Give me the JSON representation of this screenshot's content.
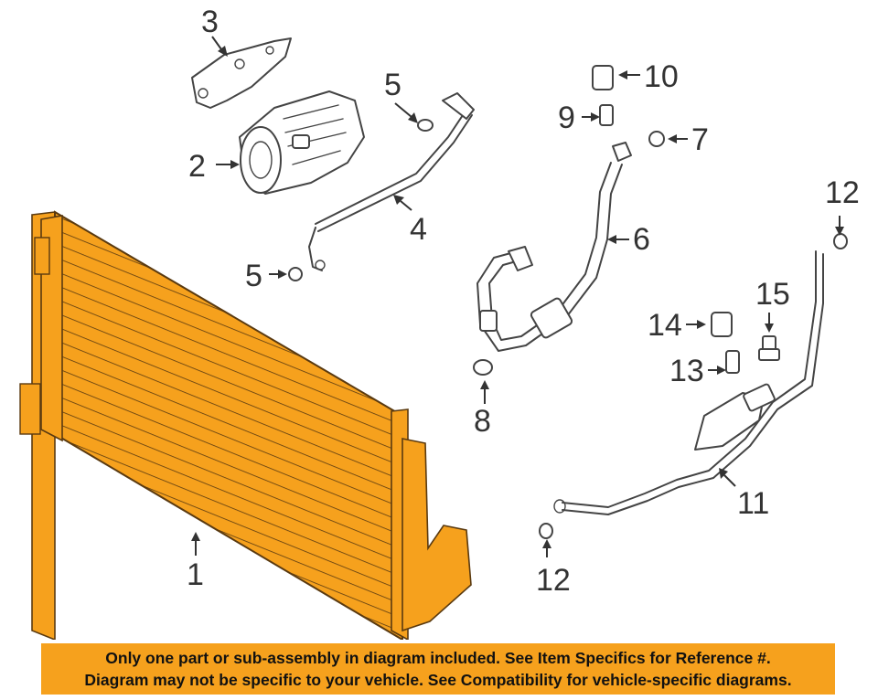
{
  "callouts": {
    "c1": "1",
    "c2": "2",
    "c3": "3",
    "c4": "4",
    "c5a": "5",
    "c5b": "5",
    "c6": "6",
    "c7": "7",
    "c8": "8",
    "c9": "9",
    "c10": "10",
    "c11": "11",
    "c12a": "12",
    "c12b": "12",
    "c13": "13",
    "c14": "14",
    "c15": "15"
  },
  "colors": {
    "condenser": "#f6a11d",
    "banner": "#f6a11d",
    "line": "#444444"
  },
  "disclaimer": {
    "line1": "Only one part or sub-assembly in diagram included. See Item Specifics for Reference #.",
    "line2": "Diagram may not be specific to your vehicle. See Compatibility for vehicle-specific diagrams."
  }
}
